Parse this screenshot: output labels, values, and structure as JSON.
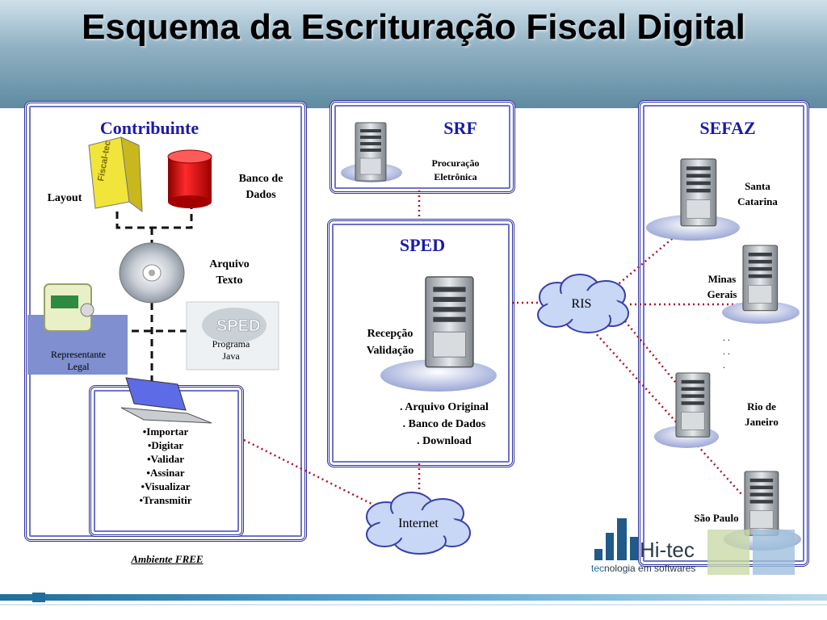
{
  "header": {
    "title": "Esquema da Escrituração Fiscal Digital"
  },
  "contribuinte": {
    "title": "Contribuinte",
    "layout": "Layout",
    "banco_dados": "Banco de Dados",
    "arquivo_texto": "Arquivo Texto",
    "representante_legal": "Representante Legal",
    "programa_java": "Programa Java",
    "sped_logo": "SPED",
    "fiscal_tec_label": "Fiscal-tec",
    "actions": [
      "•Importar",
      "•Digitar",
      "•Validar",
      "•Assinar",
      "•Visualizar",
      "•Transmitir"
    ],
    "ambiente": "Ambiente FREE"
  },
  "srf": {
    "title": "SRF",
    "procuracao": "Procuração Eletrônica"
  },
  "sped": {
    "title": "SPED",
    "recepcao": "Recepção Validação",
    "items": [
      ". Arquivo Original",
      ". Banco de Dados",
      ". Download"
    ]
  },
  "ris": {
    "label": "RIS"
  },
  "internet": {
    "label": "Internet"
  },
  "sefaz": {
    "title": "SEFAZ",
    "states": [
      "Santa Catarina",
      "Minas Gerais",
      "Rio de Janeiro",
      "São Paulo"
    ],
    "ellipsis": ". . . . ."
  },
  "brand": {
    "name": "Hi-tec",
    "tagline_tec": "tec",
    "tagline_rest": "nologia em softwares"
  },
  "colors": {
    "title_blue": "#1a1aa8",
    "panel_border": "#2b2f9e",
    "dotted_red": "#b0102a",
    "cloud": "#c7d7f5"
  }
}
